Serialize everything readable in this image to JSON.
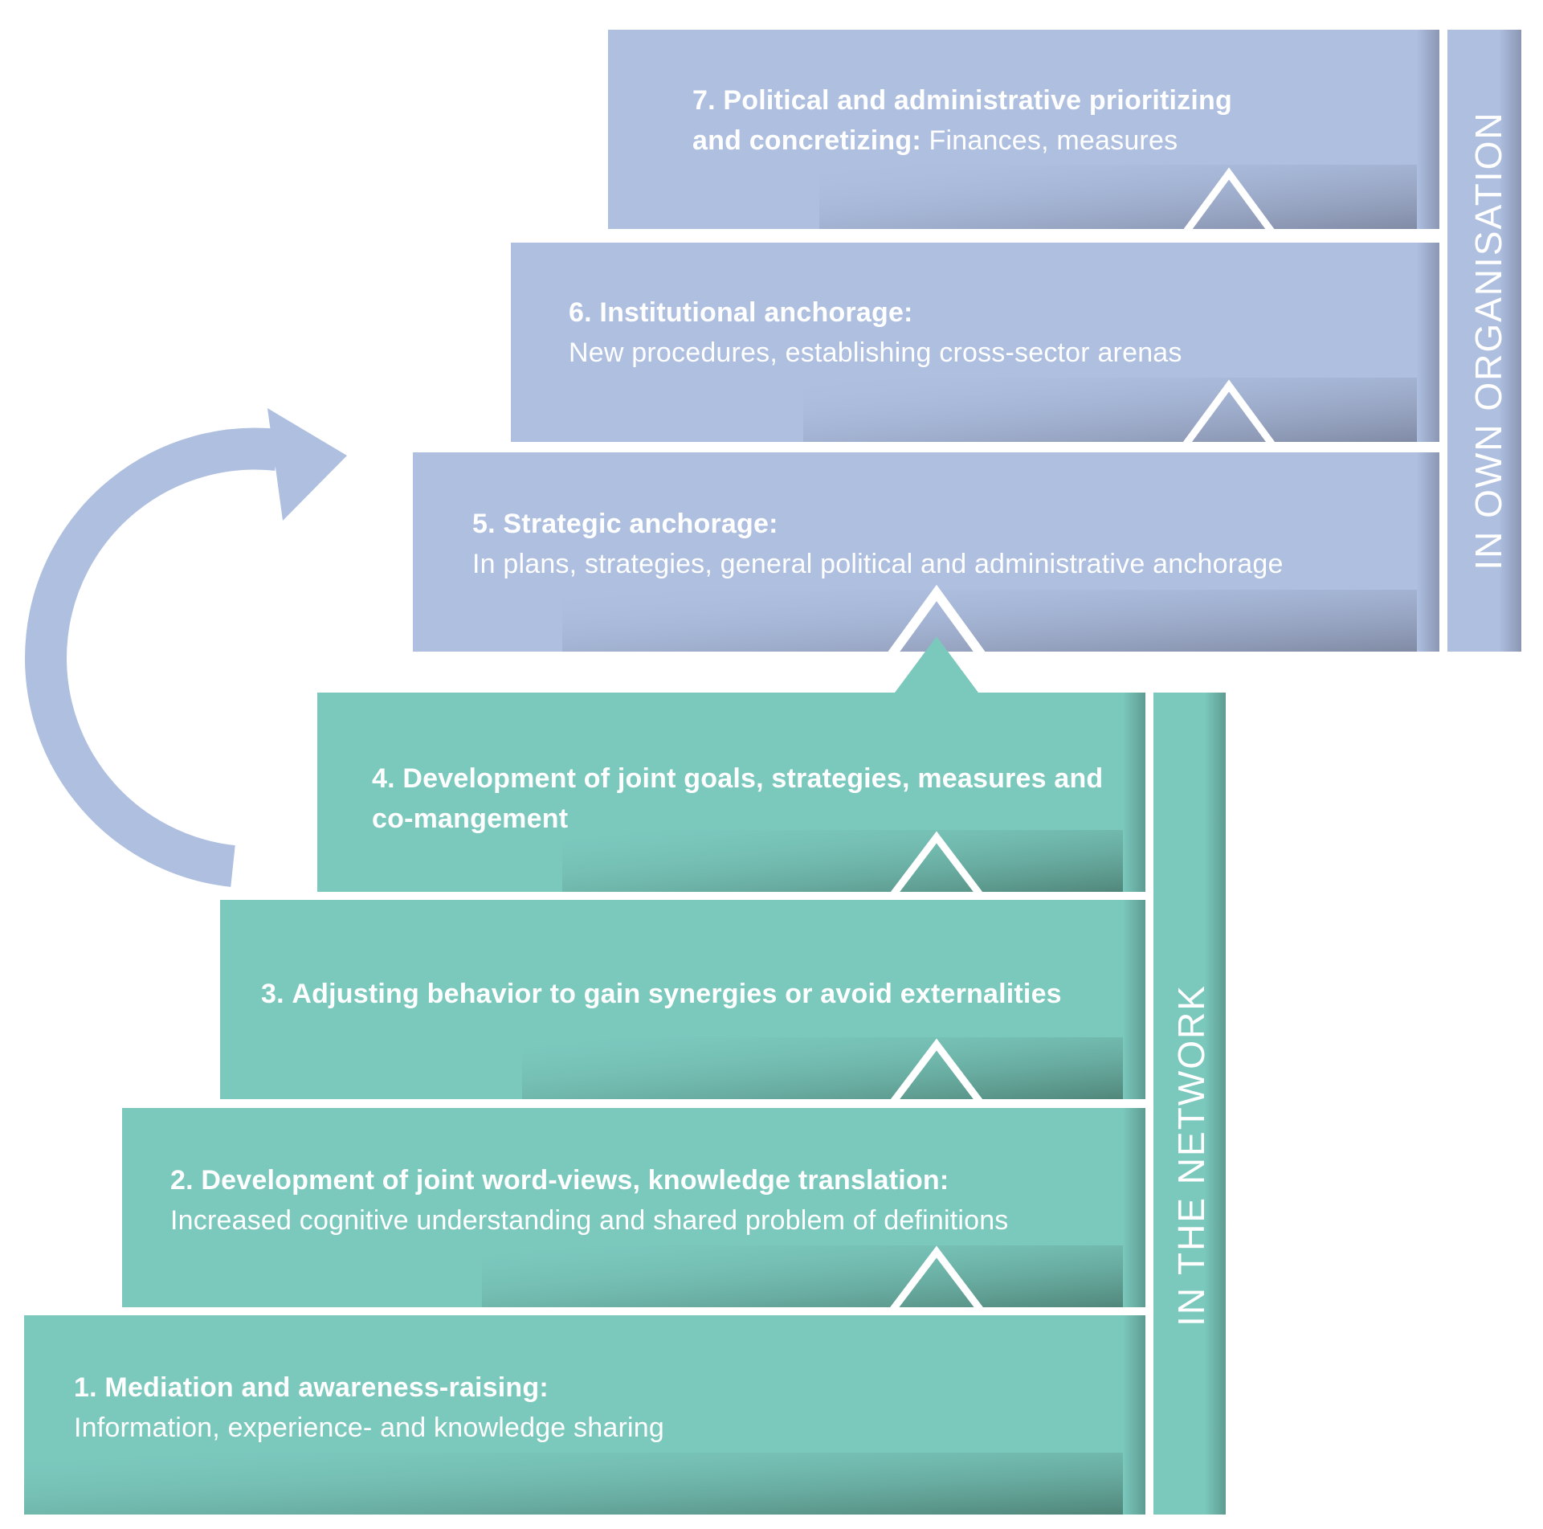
{
  "colors": {
    "organisation": "#aebfe0",
    "organisation_shade": "#8791ac",
    "network": "#7bc8bd",
    "network_shade": "#4f8478",
    "arrow": "#aebfe0",
    "text": "#ffffff"
  },
  "side_labels": {
    "organisation": "IN OWN ORGANISATION",
    "network": "IN THE NETWORK"
  },
  "steps": [
    {
      "number": "1.",
      "title": "Mediation and awareness-raising:",
      "desc": "Information, experience- and knowledge sharing",
      "group": "network"
    },
    {
      "number": "2.",
      "title": "Development of joint word-views, knowledge translation:",
      "desc": "Increased cognitive understanding and shared problem of definitions",
      "group": "network"
    },
    {
      "number": "3.",
      "title": "Adjusting behavior to gain synergies or avoid externalities",
      "desc": "",
      "group": "network"
    },
    {
      "number": "4.",
      "title": "Development of joint goals, strategies, measures and co-mangement",
      "desc": "",
      "group": "network"
    },
    {
      "number": "5.",
      "title": "Strategic anchorage:",
      "desc": "In plans, strategies, general political and administrative anchorage",
      "group": "organisation"
    },
    {
      "number": "6.",
      "title": "Institutional anchorage:",
      "desc": "New procedures, establishing cross-sector arenas",
      "group": "organisation"
    },
    {
      "number": "7.",
      "title": "Political and administrative prioritizing and concretizing:",
      "desc": "Finances, measures",
      "group": "organisation"
    }
  ]
}
